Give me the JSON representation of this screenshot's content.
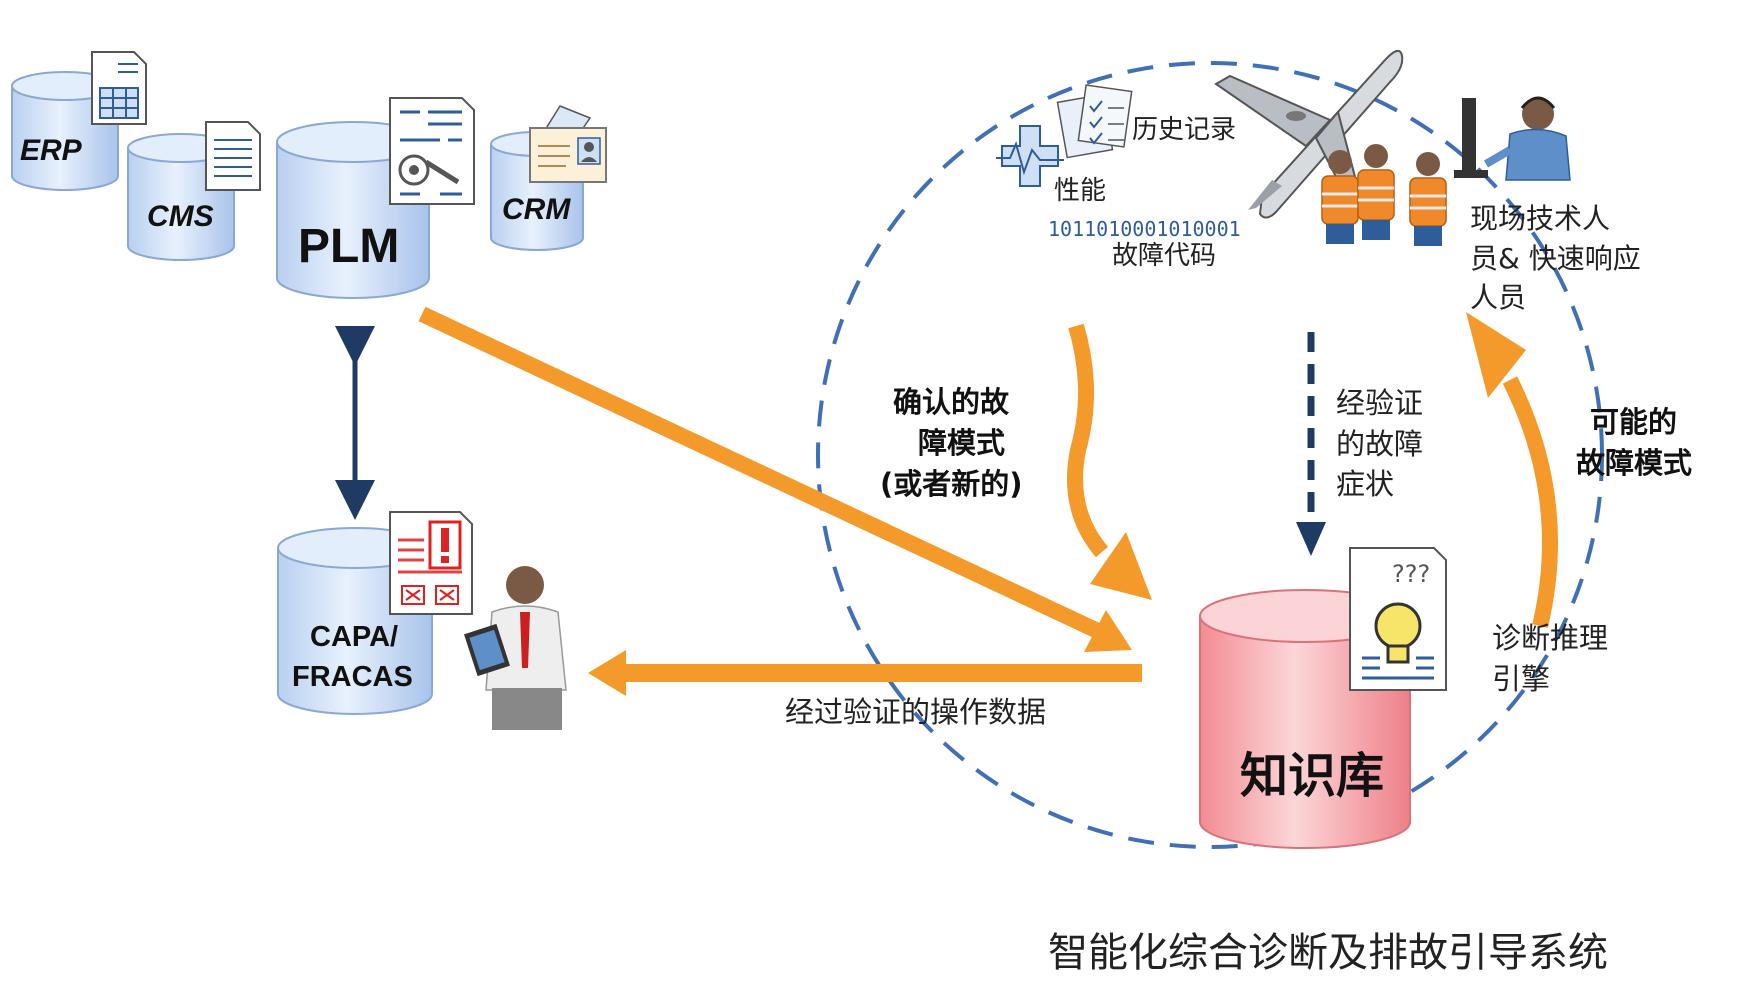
{
  "databases": {
    "erp": "ERP",
    "cms": "CMS",
    "plm": "PLM",
    "crm": "CRM",
    "capa_line1": "CAPA/",
    "capa_line2": "FRACAS",
    "knowledge_base": "知识库"
  },
  "data_sources": {
    "history": "历史记录",
    "performance": "性能",
    "binary_code": "1011010001010001",
    "fault_code": "故障代码",
    "technicians_line1": "现场技术人",
    "technicians_line2": "员& 快速响应",
    "technicians_line3": "人员"
  },
  "flows": {
    "confirmed_line1": "确认的故",
    "confirmed_line2": "障模式",
    "confirmed_line3": "(或者新的)",
    "verified_line1": "经验证",
    "verified_line2": "的故障",
    "verified_line3": "症状",
    "possible_line1": "可能的",
    "possible_line2": "故障模式",
    "engine_line1": "诊断推理",
    "engine_line2": "引擎",
    "validated_data": "经过验证的操作数据"
  },
  "system_title": "智能化综合诊断及排故引导系统",
  "colors": {
    "db_blue": "#cfe0f7",
    "db_red": "#f7a9ad",
    "arrow_orange": "#f39a2b",
    "arrow_navy": "#1f3b63",
    "circle_dash": "#3f6fb5"
  }
}
